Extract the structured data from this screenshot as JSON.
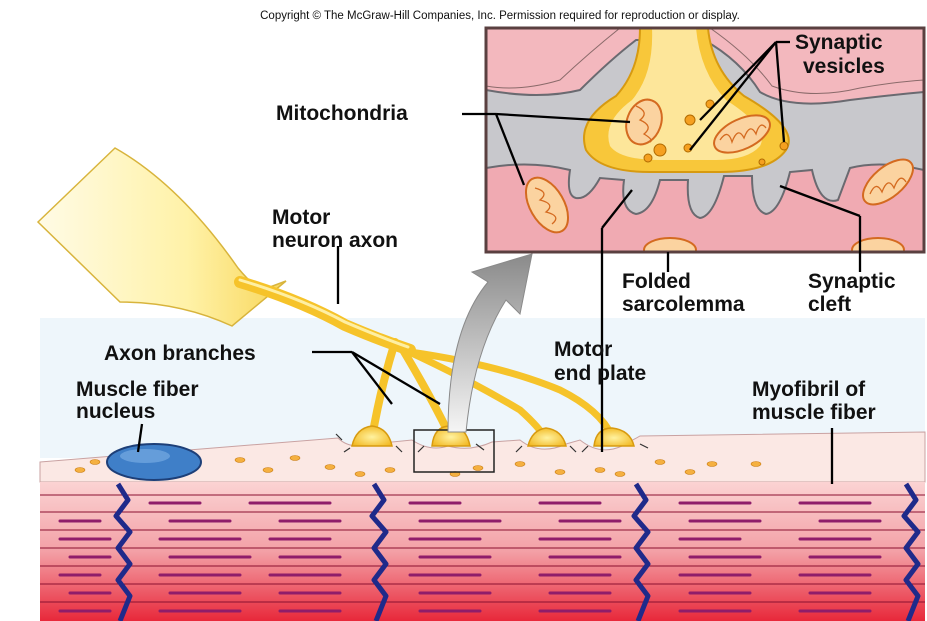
{
  "copyright": "Copyright © The McGraw-Hill Companies, Inc. Permission required for reproduction or display.",
  "labels": {
    "synaptic_vesicles": [
      "Synaptic",
      "vesicles"
    ],
    "mitochondria": [
      "Mitochondria"
    ],
    "motor_neuron_axon": [
      "Motor",
      "neuron axon"
    ],
    "folded_sarcolemma": [
      "Folded",
      "sarcolemma"
    ],
    "synaptic_cleft": [
      "Synaptic",
      "cleft"
    ],
    "axon_branches": [
      "Axon branches"
    ],
    "motor_end_plate": [
      "Motor",
      "end plate"
    ],
    "muscle_fiber_nucleus": [
      "Muscle fiber",
      "nucleus"
    ],
    "myofibril": [
      "Myofibril of",
      "muscle fiber"
    ]
  },
  "colors": {
    "axon": "#f6c32a",
    "axon_light": "#fff1a8",
    "muscle_red": "#e8283a",
    "muscle_pink": "#f9c6c6",
    "z_line": "#1f2a8a",
    "inset_border": "#5a4040",
    "cleft_gray": "#c8c8cc",
    "cytoplasm_pink": "#f3b8be",
    "sarcoplasm": "#fbe8e4",
    "background_blue": "#eef6fb"
  }
}
